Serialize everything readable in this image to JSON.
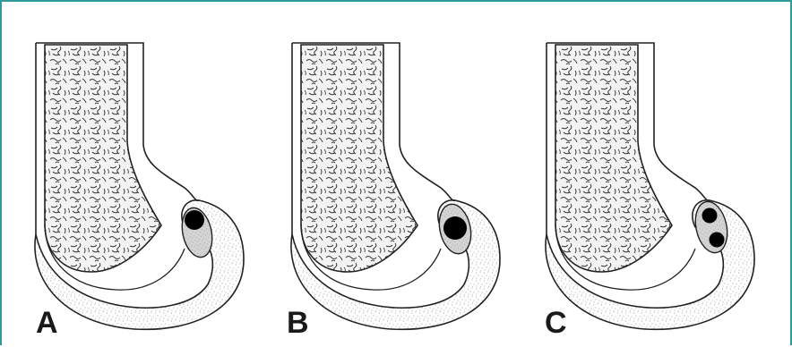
{
  "figure": {
    "frame_color": "#2f9a9a",
    "bone_outline_color": "#222222",
    "trabecular_fill_color": "#f2f2f2",
    "cortex_speckle_color": "#8a8a8a",
    "nerve_color": "#000000",
    "panels": [
      {
        "label": "A",
        "nerve_count": 1
      },
      {
        "label": "B",
        "nerve_count": 1
      },
      {
        "label": "C",
        "nerve_count": 2
      }
    ]
  }
}
